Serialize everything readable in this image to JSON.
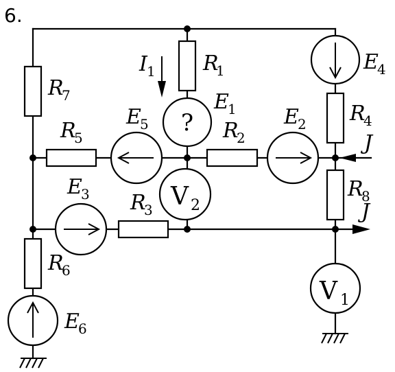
{
  "problem_number": "6.",
  "labels": {
    "R1": {
      "main": "R",
      "sub": "1"
    },
    "R2": {
      "main": "R",
      "sub": "2"
    },
    "R3": {
      "main": "R",
      "sub": "3"
    },
    "R4": {
      "main": "R",
      "sub": "4"
    },
    "R5": {
      "main": "R",
      "sub": "5"
    },
    "R6": {
      "main": "R",
      "sub": "6"
    },
    "R7": {
      "main": "R",
      "sub": "7"
    },
    "R8": {
      "main": "R",
      "sub": "8"
    },
    "E1": {
      "main": "E",
      "sub": "1"
    },
    "E2": {
      "main": "E",
      "sub": "2"
    },
    "E3": {
      "main": "E",
      "sub": "3"
    },
    "E4": {
      "main": "E",
      "sub": "4"
    },
    "E5": {
      "main": "E",
      "sub": "5"
    },
    "E6": {
      "main": "E",
      "sub": "6"
    },
    "I1": {
      "main": "I",
      "sub": "1"
    },
    "J_in": "J",
    "J_out": "J",
    "unknown": "?",
    "V1": {
      "main": "V",
      "sub": "1"
    },
    "V2": {
      "main": "V",
      "sub": "2"
    }
  }
}
